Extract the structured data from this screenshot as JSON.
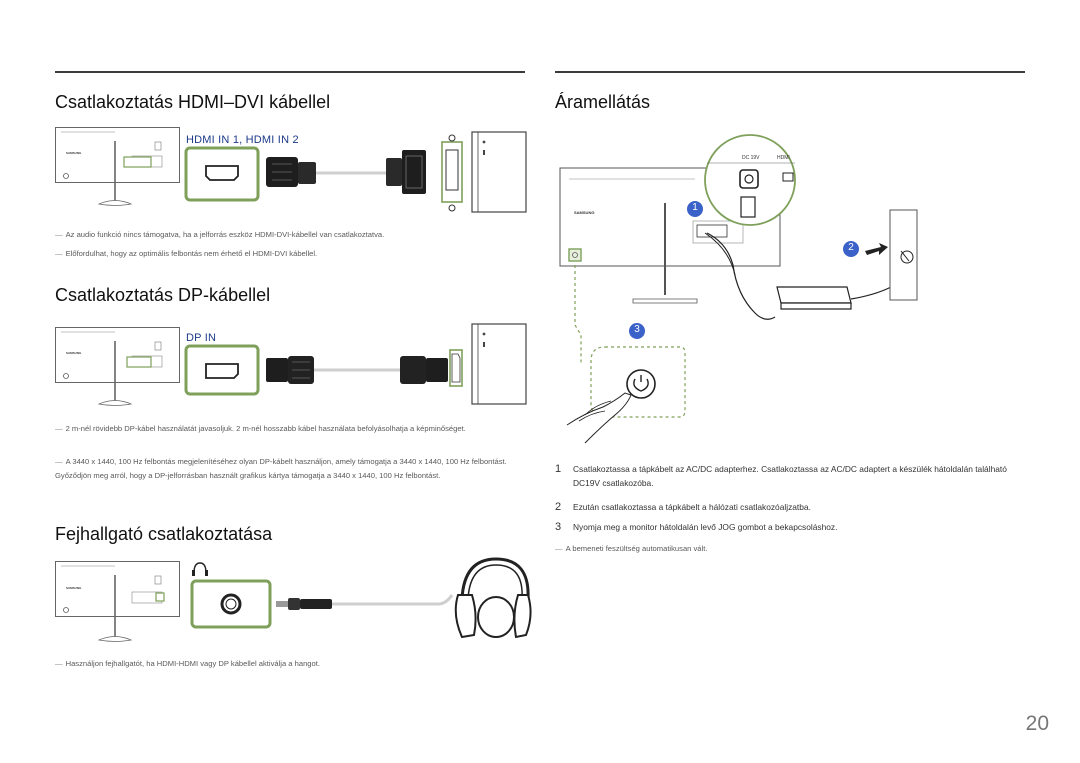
{
  "left": {
    "hdmi_section": {
      "title": "Csatlakoztatás HDMI–DVI kábellel",
      "port_label": "HDMI IN 1, HDMI IN 2",
      "notes": [
        "Az audio funkció nincs támogatva, ha a jelforrás eszköz HDMI-DVI-kábellel van csatlakoztatva.",
        "Előfordulhat, hogy az optimális felbontás nem érhető el HDMI-DVI kábellel."
      ]
    },
    "dp_section": {
      "title": "Csatlakoztatás DP-kábellel",
      "port_label": "DP IN",
      "notes": [
        "2 m-nél rövidebb DP-kábel használatát javasoljuk. 2 m-nél hosszabb kábel használata befolyásolhatja a képminőséget.",
        "A 3440 x 1440, 100 Hz felbontás megjelenítéséhez olyan DP-kábelt használjon, amely támogatja a 3440 x 1440, 100 Hz felbontást. Győződjön meg arról, hogy a DP-jelforrásban használt grafikus kártya támogatja a 3440 x 1440, 100 Hz felbontást."
      ]
    },
    "headphone_section": {
      "title": "Fejhallgató csatlakoztatása",
      "notes": [
        "Használjon fejhallgatót, ha HDMI-HDMI vagy DP kábellel aktiválja a hangot."
      ]
    }
  },
  "right": {
    "title": "Áramellátás",
    "figure": {
      "port_labels": [
        "DC 19V",
        "HDMI"
      ],
      "badges": [
        "1",
        "2",
        "3"
      ]
    },
    "steps": [
      {
        "num": "1",
        "text": "Csatlakoztassa a tápkábelt az AC/DC adapterhez. Csatlakoztassa az AC/DC adaptert a készülék hátoldalán található DC19V csatlakozóba."
      },
      {
        "num": "2",
        "text": "Ezután csatlakoztassa a tápkábelt a hálózati csatlakozóaljzatba."
      },
      {
        "num": "3",
        "text": "Nyomja meg a monitor hátoldalán levő JOG gombot a bekapcsoláshoz."
      }
    ],
    "note": "A bemeneti feszültség automatikusan vált."
  },
  "brand_text": "SAMSUNG",
  "page_number": "20",
  "colors": {
    "accent_green": "#7ea05a",
    "port_label_blue": "#1b3a8a",
    "badge_blue": "#3a62c8"
  }
}
